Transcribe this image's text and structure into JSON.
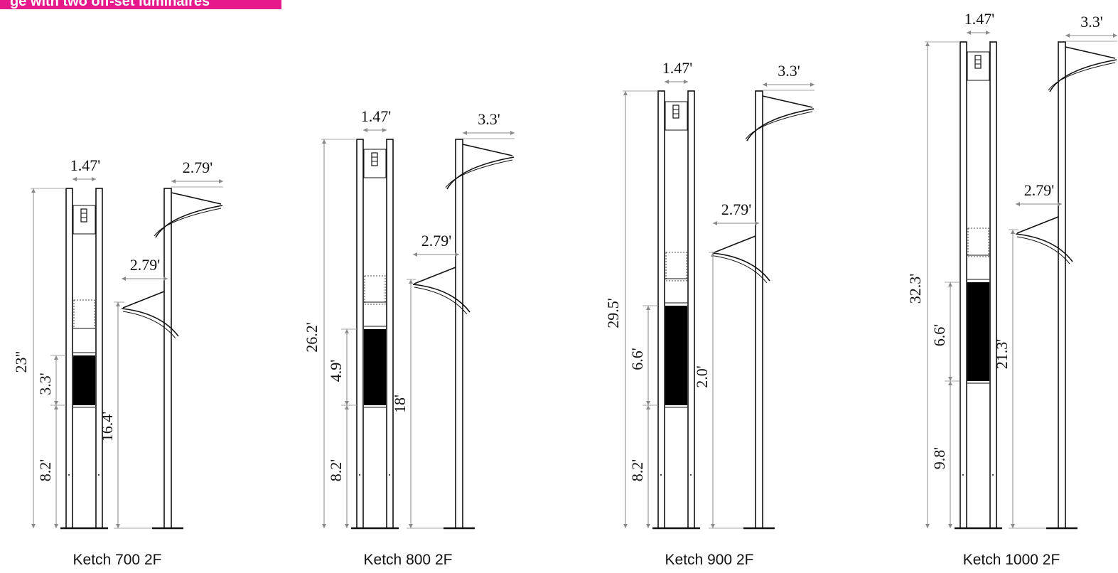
{
  "banner": {
    "text": "ge with two off-set luminaires",
    "color": "#e6198c"
  },
  "colors": {
    "line": "#111111",
    "dimension": "#8a8a8a",
    "panel": "#000000"
  },
  "models": [
    {
      "name": "Ketch 700 2F",
      "total_height": "23\"",
      "column_width": "1.47'",
      "panel_height": "3.3'",
      "base_height": "8.2'",
      "upper_arm": "2.79'",
      "lower_arm": "2.79'",
      "lower_mount_height": "16.4'"
    },
    {
      "name": "Ketch 800 2F",
      "total_height": "26.2'",
      "column_width": "1.47'",
      "panel_height": "4.9'",
      "base_height": "8.2'",
      "upper_arm": "3.3'",
      "lower_arm": "2.79'",
      "lower_mount_height": "18'"
    },
    {
      "name": "Ketch 900 2F",
      "total_height": "29.5'",
      "column_width": "1.47'",
      "panel_height": "6.6'",
      "base_height": "8.2'",
      "upper_arm": "3.3'",
      "lower_arm": "2.79'",
      "lower_mount_height": "2.0'"
    },
    {
      "name": "Ketch 1000 2F",
      "total_height": "32.3'",
      "column_width": "1.47'",
      "panel_height": "6.6'",
      "base_height": "9.8'",
      "upper_arm": "3.3'",
      "lower_arm": "2.79'",
      "lower_mount_height": "21.3'"
    }
  ]
}
